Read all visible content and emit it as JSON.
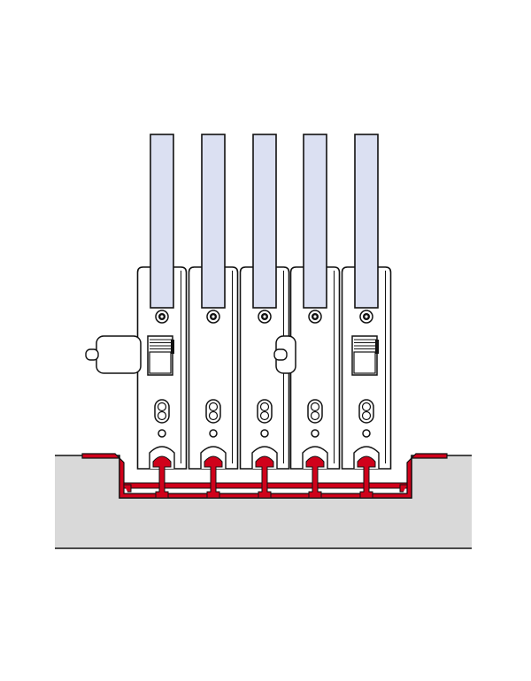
{
  "colors": {
    "background": "#ffffff",
    "floor": "#d9d9d9",
    "rail": "#d0021b",
    "bar": "#dbe0f2",
    "module": "#ffffff",
    "outline": "#111111"
  },
  "icons": {
    "bar": "busbar",
    "module": "clamp-module",
    "screw": "screw-head-icon",
    "slot": "adjustment-slot-icon",
    "rail": "mounting-rail",
    "knob": "side-knob-icon"
  },
  "modules": [
    {
      "id": "module-1",
      "has_knob": true,
      "has_latch": true
    },
    {
      "id": "module-2",
      "has_knob": false,
      "has_latch": false
    },
    {
      "id": "module-3",
      "has_knob": false,
      "has_latch": false
    },
    {
      "id": "module-4",
      "has_knob": true,
      "has_latch": false
    },
    {
      "id": "module-5",
      "has_knob": false,
      "has_latch": true
    }
  ]
}
